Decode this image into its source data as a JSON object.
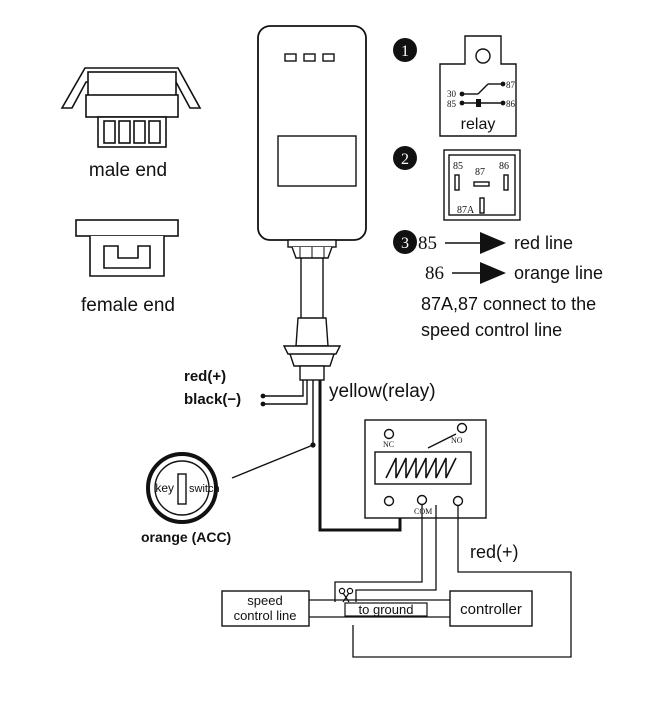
{
  "labels": {
    "male_end": "male end",
    "female_end": "female end",
    "relay": "relay",
    "red_plus": "red(+)",
    "black_minus": "black(−)",
    "yellow_relay": "yellow(relay)",
    "key": "key",
    "switch": "switch",
    "orange_acc": "orange  (ACC)",
    "red_plus_right": "red(+)",
    "speed_control_line": [
      "speed",
      "control line"
    ],
    "to_ground": "to ground",
    "controller": "controller"
  },
  "steps": [
    {
      "number": "1"
    },
    {
      "number": "2"
    },
    {
      "number": "3"
    }
  ],
  "relay_pins_1": {
    "p30": "30",
    "p87": "87",
    "p85": "85",
    "p86": "86"
  },
  "relay_pins_2": {
    "p85": "85",
    "p87": "87",
    "p86": "86",
    "p87a": "87A"
  },
  "wiring": [
    {
      "pin": "85",
      "line": "red line"
    },
    {
      "pin": "86",
      "line": "orange line"
    }
  ],
  "connect_note": [
    "87A,87 connect to the",
    "speed control line"
  ],
  "relay_module": {
    "nc": "NC",
    "no": "NO",
    "com": "COM"
  }
}
